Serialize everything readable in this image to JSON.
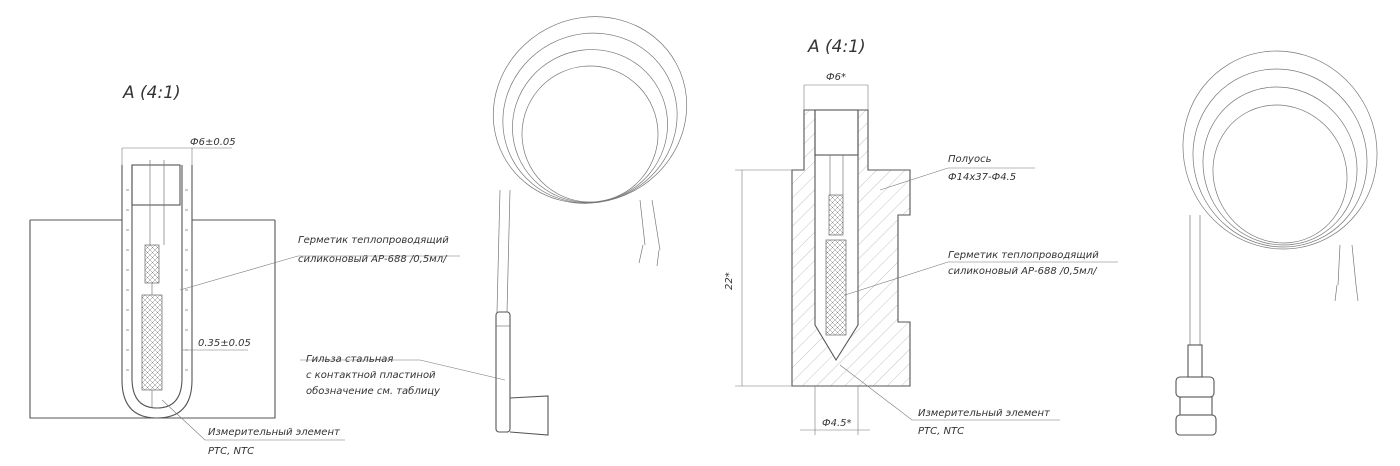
{
  "views": {
    "left_title": "А (4:1)",
    "right_title": "А (4:1)"
  },
  "left": {
    "dim_diameter": "Ф6±0.05",
    "dim_gap": "0.35±0.05",
    "sealant_line1": "Герметик теплопроводящий",
    "sealant_line2": "силиконовый АР-688  /0,5мл/",
    "element_line1": "Измерительный элемент",
    "element_line2": "PTC, NTC"
  },
  "sleeve": {
    "line1": "Гильза стальная",
    "line2": "с контактной пластиной",
    "line3": "обозначение см. таблицу"
  },
  "right": {
    "dim_top": "Ф6*",
    "dim_bottom": "Ф4.5*",
    "dim_height": "22*",
    "axle_line1": "Полуось",
    "axle_line2": "Ф14х37-Ф4.5",
    "sealant_line1": "Герметик теплопроводящий",
    "sealant_line2": "силиконовый АР-688  /0,5мл/",
    "element_line1": "Измерительный элемент",
    "element_line2": "PTC, NTC"
  }
}
